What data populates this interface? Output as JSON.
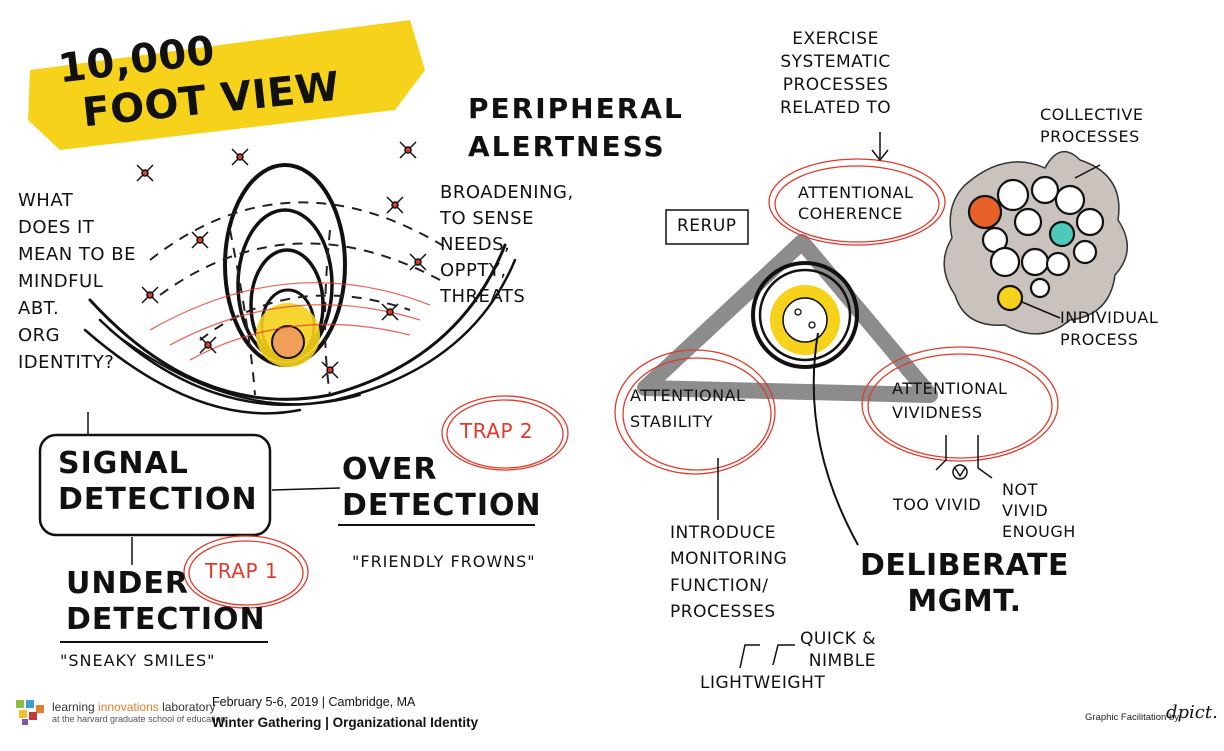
{
  "title": {
    "line1": "10,000",
    "line2": "FOOT VIEW"
  },
  "colors": {
    "highlight_yellow": "#f6d21b",
    "marker_red": "#e03a2c",
    "ink": "#111111",
    "cluster_gray": "#c9c2bd",
    "orange_dot": "#e8612b",
    "teal_dot": "#4cc9b8"
  },
  "left": {
    "question": "WHAT\nDOES IT\nMEAN TO BE\nMINDFUL\nABT.\noRG\nIDENTITY?",
    "peripheral": "PERIPHERAL\nALERTNESS",
    "broadening": "BROADENING,\nTO SENSE\nNEEDS,\nOPPTY,\nTHREATS",
    "signal_detection": "SIGNAL\nDETECTION",
    "over_detection": "OVER\nDETECTION",
    "friendly_frowns": "\"FRIENDLY FROWNS\"",
    "trap2": "TRAP 2",
    "trap1": "TRAP 1",
    "under_detection": "UNDER\nDETECTION",
    "sneaky_smiles": "\"SNEAKY SMILES\""
  },
  "right": {
    "exercise": "EXERCISE\nSYSTEMATIC\nPROCESSES\nRELATED TO",
    "attentional_coherence": "ATTENTIONAL\nCOHERENCE",
    "rerup": "RERUP",
    "collective": "COLLECTIVE\nPROCESSES",
    "individual": "INDIVIDUAL\nPROCESS",
    "attentional_stability": "ATTENTIONAL\nSTABILITY",
    "attentional_vividness": "ATTENTIONAL\nVIVIDNESS",
    "too_vivid": "TOO VIVID",
    "not_vivid": "NOT\nVIVID\nENOUGH",
    "introduce": "INTRODUCE\nMONITORING\nFUNCTION/\nPROCESSES",
    "deliberate": "DELIBERATE\nMGMT.",
    "quick_nimble": "QUICK &\nNIMBLE",
    "lightweight": "LIGHTWEIGHT"
  },
  "footer": {
    "org_part1": "learning ",
    "org_part2": "innovations",
    "org_part3": " laboratory",
    "org_sub": "at the harvard graduate school of education",
    "date": "February 5-6, 2019 | Cambridge, MA",
    "event": "Winter Gathering | Organizational Identity",
    "credit": "Graphic Facilitation by",
    "brand": "dpict."
  }
}
